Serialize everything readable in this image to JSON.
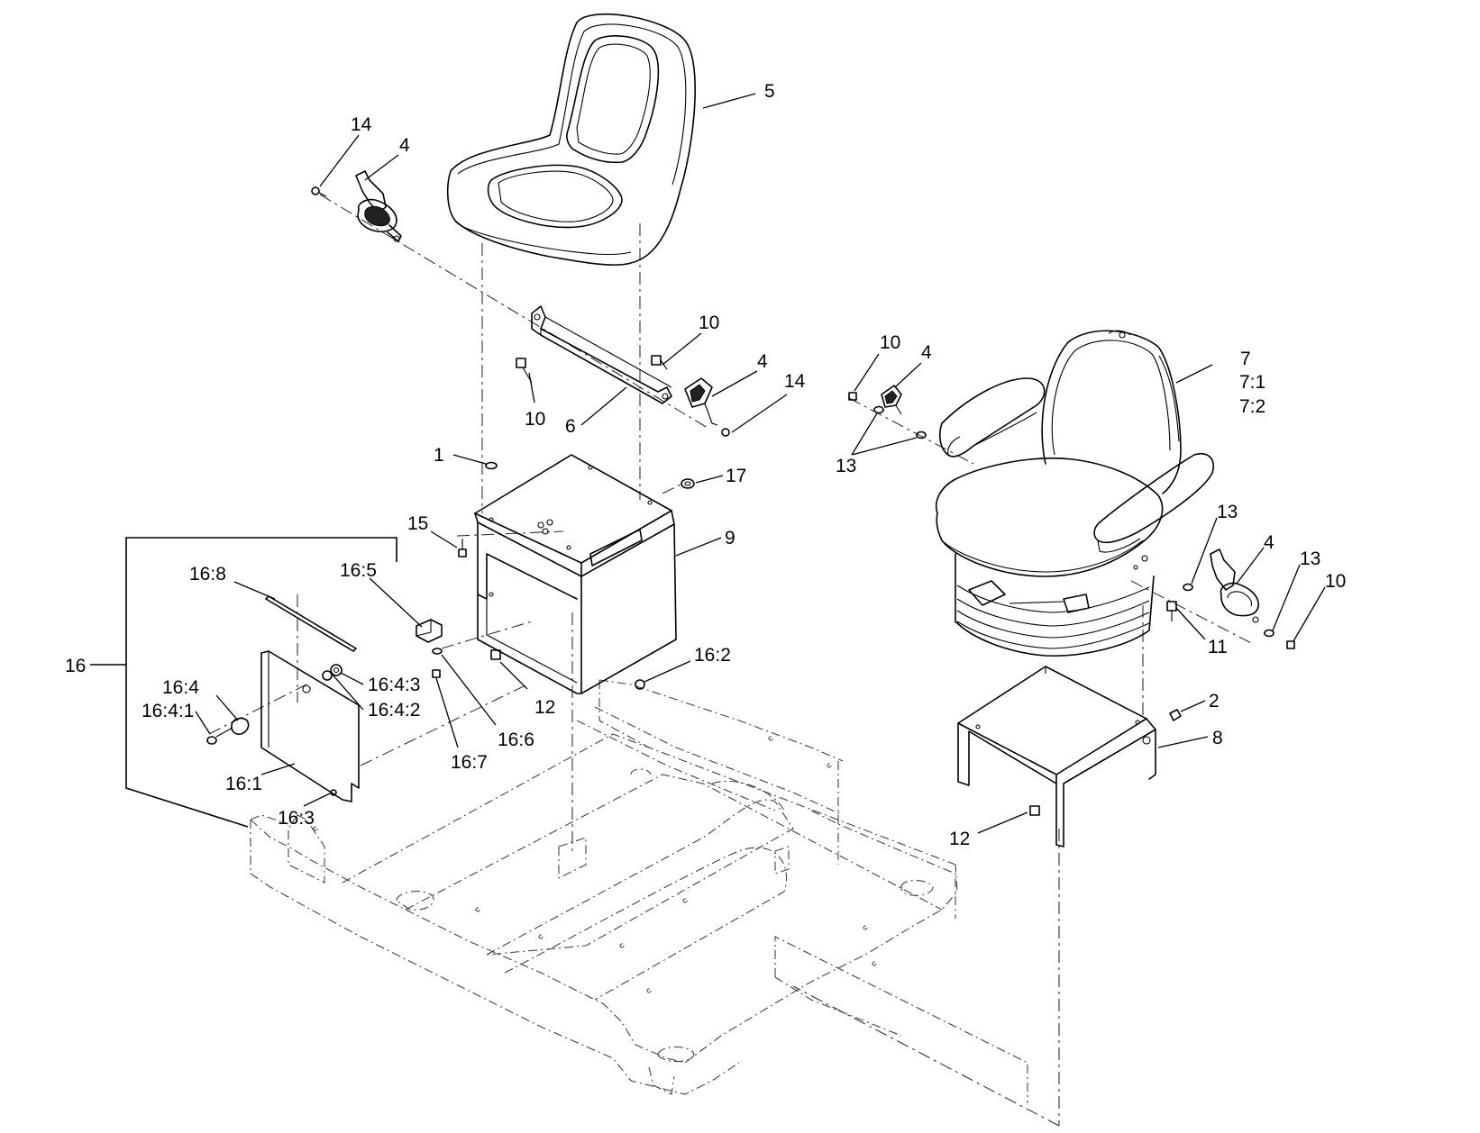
{
  "diagram": {
    "labels": [
      {
        "id": "lbl-5",
        "text": "5"
      },
      {
        "id": "lbl-14a",
        "text": "14"
      },
      {
        "id": "lbl-4a",
        "text": "4"
      },
      {
        "id": "lbl-10a",
        "text": "10"
      },
      {
        "id": "lbl-4b",
        "text": "4"
      },
      {
        "id": "lbl-14b",
        "text": "14"
      },
      {
        "id": "lbl-10b",
        "text": "10"
      },
      {
        "id": "lbl-6",
        "text": "6"
      },
      {
        "id": "lbl-1",
        "text": "1"
      },
      {
        "id": "lbl-17",
        "text": "17"
      },
      {
        "id": "lbl-15",
        "text": "15"
      },
      {
        "id": "lbl-9",
        "text": "9"
      },
      {
        "id": "lbl-16-8",
        "text": "16:8"
      },
      {
        "id": "lbl-16-5",
        "text": "16:5"
      },
      {
        "id": "lbl-16",
        "text": "16"
      },
      {
        "id": "lbl-16-4",
        "text": "16:4"
      },
      {
        "id": "lbl-16-4-3",
        "text": "16:4:3"
      },
      {
        "id": "lbl-16-4-1",
        "text": "16:4:1"
      },
      {
        "id": "lbl-16-4-2",
        "text": "16:4:2"
      },
      {
        "id": "lbl-16-2",
        "text": "16:2"
      },
      {
        "id": "lbl-12a",
        "text": "12"
      },
      {
        "id": "lbl-16-6",
        "text": "16:6"
      },
      {
        "id": "lbl-16-7",
        "text": "16:7"
      },
      {
        "id": "lbl-16-1",
        "text": "16:1"
      },
      {
        "id": "lbl-16-3",
        "text": "16:3"
      },
      {
        "id": "lbl-10c",
        "text": "10"
      },
      {
        "id": "lbl-4c",
        "text": "4"
      },
      {
        "id": "lbl-7",
        "text": "7"
      },
      {
        "id": "lbl-7-1",
        "text": "7:1"
      },
      {
        "id": "lbl-7-2",
        "text": "7:2"
      },
      {
        "id": "lbl-13a",
        "text": "13"
      },
      {
        "id": "lbl-13b",
        "text": "13"
      },
      {
        "id": "lbl-4d",
        "text": "4"
      },
      {
        "id": "lbl-13c",
        "text": "13"
      },
      {
        "id": "lbl-10d",
        "text": "10"
      },
      {
        "id": "lbl-11",
        "text": "11"
      },
      {
        "id": "lbl-2",
        "text": "2"
      },
      {
        "id": "lbl-8",
        "text": "8"
      },
      {
        "id": "lbl-12b",
        "text": "12"
      }
    ]
  }
}
